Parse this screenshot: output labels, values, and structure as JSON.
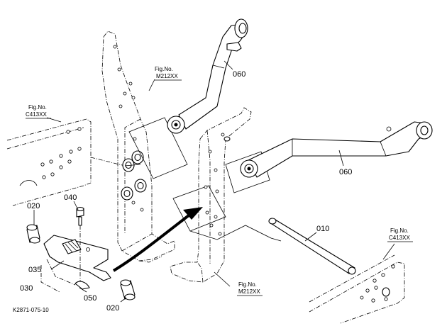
{
  "diagram_code": "K2871-075-10",
  "parts": {
    "p010": "010",
    "p020_top": "020",
    "p020_bottom": "020",
    "p030": "030",
    "p035": "035",
    "p040": "040",
    "p050": "050",
    "p060_top": "060",
    "p060_right": "060"
  },
  "fig_refs": {
    "upper_center": {
      "line1": "Fig.No.",
      "line2": "M212XX"
    },
    "left": {
      "line1": "Fig.No.",
      "line2": "C413XX"
    },
    "lower_center": {
      "line1": "Fig.No.",
      "line2": "M212XX"
    },
    "right": {
      "line1": "Fig.No.",
      "line2": "C413XX"
    }
  }
}
